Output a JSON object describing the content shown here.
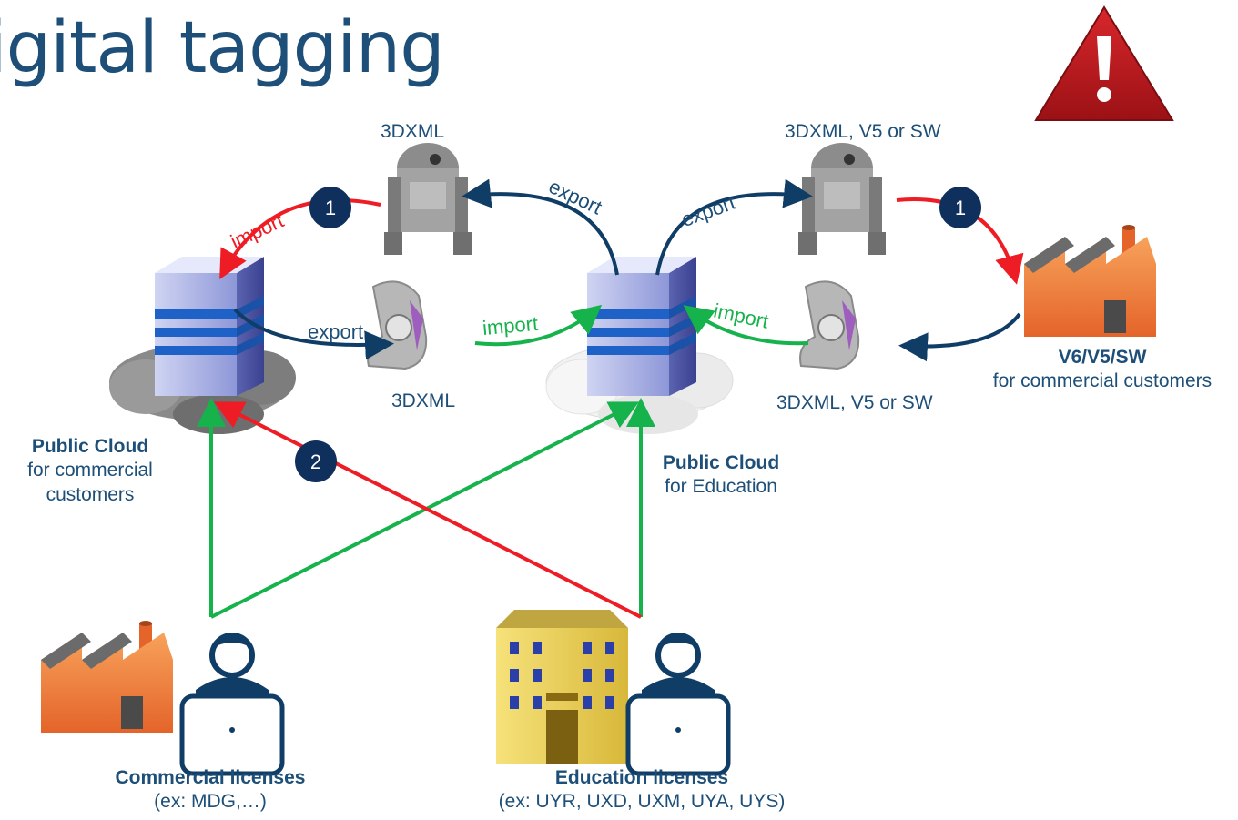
{
  "title": "igital tagging",
  "labels": {
    "format_top_left": "3DXML",
    "format_top_right": "3DXML, V5 or SW",
    "format_mid_left": "3DXML",
    "format_mid_right": "3DXML, V5 or SW",
    "public_cloud_commercial": {
      "title": "Public Cloud",
      "line1": "for commercial",
      "line2": "customers"
    },
    "public_cloud_education": {
      "title": "Public Cloud",
      "line1": "for Education"
    },
    "v6_customers": {
      "title": "V6/V5/SW",
      "line1": "for commercial customers"
    },
    "commercial_licenses": {
      "title": "Commercial licenses",
      "line1": "(ex: MDG,…)"
    },
    "education_licenses": {
      "title": "Education licenses",
      "line1": "(ex: UYR, UXD, UXM, UYA, UYS)"
    }
  },
  "arrows": {
    "import_left_top": "import",
    "export_center_top_left": "export",
    "export_center_top_right": "export",
    "export_left_mid": "export",
    "import_center_mid": "import",
    "import_right_mid": "import"
  },
  "badges": {
    "badge_left": "1",
    "badge_right": "1",
    "badge_cross": "2"
  },
  "colors": {
    "navy": "#0f3d66",
    "red": "#ee1c24",
    "green": "#16b24b",
    "text": "#1d4f78"
  }
}
